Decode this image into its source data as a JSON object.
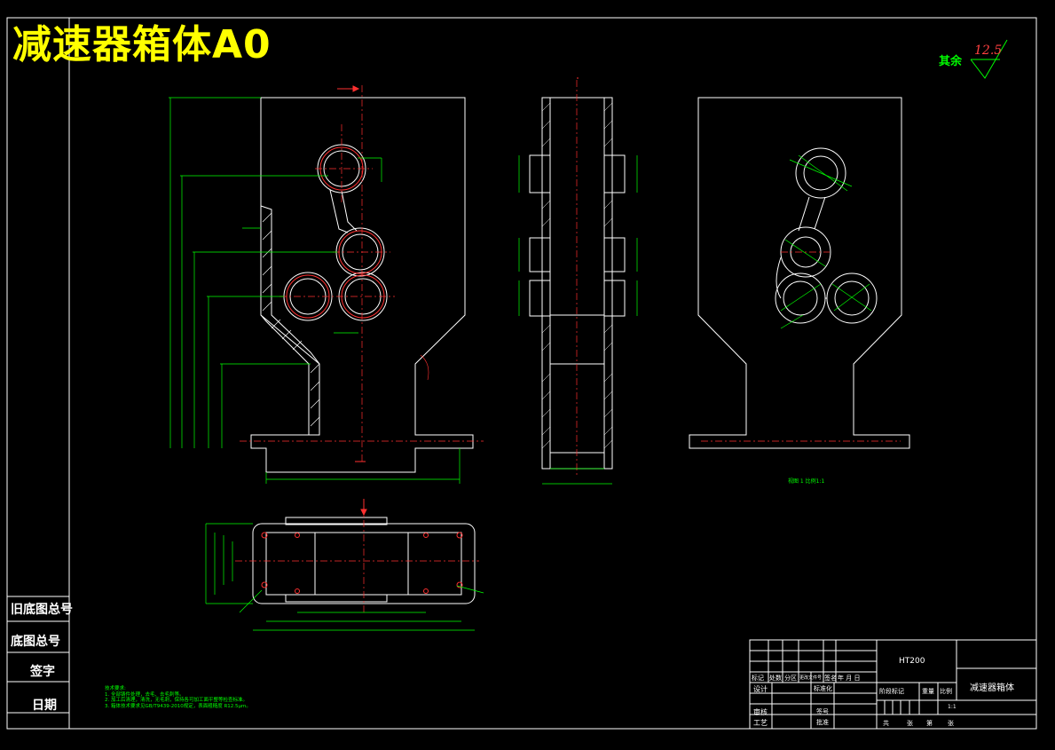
{
  "drawing": {
    "title": "减速器箱体A0",
    "roughness_label": "其余",
    "roughness_value": "12.5"
  },
  "side_panel": {
    "old_total_no": "旧底图总号",
    "total_no": "底图总号",
    "signature": "签字",
    "date": "日期"
  },
  "title_block": {
    "material": "HT200",
    "part_name": "减速器箱体",
    "header_row": [
      "标记",
      "处数",
      "分区",
      "更改文件号",
      "签名",
      "年 月 日"
    ],
    "left_rows": [
      "设计",
      "",
      "审核",
      "工艺"
    ],
    "mid_rows": [
      "标准化",
      "",
      "签号",
      "批准"
    ],
    "stage_headers": [
      "阶段标记",
      "重量",
      "比例"
    ],
    "scale": "1:1",
    "sheet_footer": [
      "共",
      "张",
      "第",
      "张"
    ]
  },
  "tech_notes": {
    "heading": "技术要求:",
    "lines": [
      "1. 全部铸件处理，去毛、去毛刺等。",
      "2. 加工后清理，清洗，无毛刺，保持各可加工面平整等检查标准。",
      "3. 箱体技术要求见GB/T9439-2010规定，表面粗糙度 R12.5μm。"
    ]
  },
  "view_caption": "视图 1 比例1:1"
}
